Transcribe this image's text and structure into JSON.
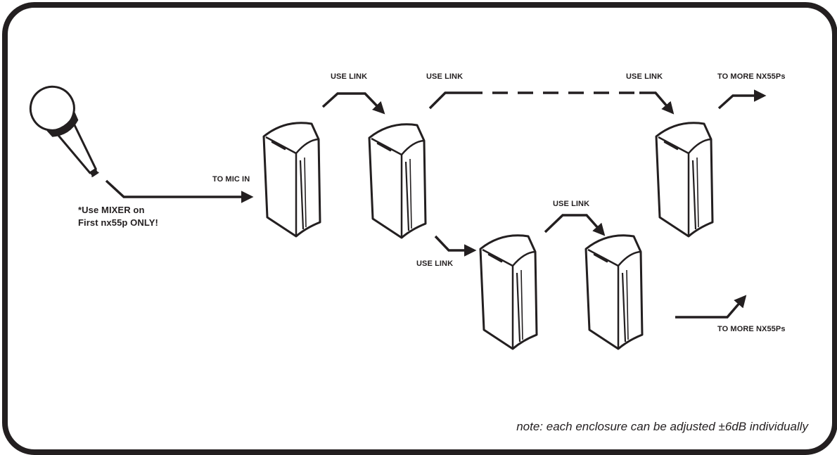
{
  "labels": {
    "mic_note_line1": "*Use MIXER on",
    "mic_note_line2": "First nx55p ONLY!",
    "to_mic_in": "TO MIC IN",
    "use_link_1": "USE LINK",
    "use_link_2": "USE LINK",
    "use_link_3": "USE LINK",
    "use_link_4": "USE LINK",
    "use_link_5": "USE LINK",
    "to_more_top": "TO MORE NX55Ps",
    "to_more_bottom": "TO MORE NX55Ps"
  },
  "footer": {
    "note": "note: each enclosure can be adjusted ±6dB individually"
  },
  "colors": {
    "ink": "#231f20",
    "background": "#ffffff"
  },
  "icons": {
    "microphone": "microphone-icon",
    "speaker": "speaker-enclosure-icon"
  }
}
